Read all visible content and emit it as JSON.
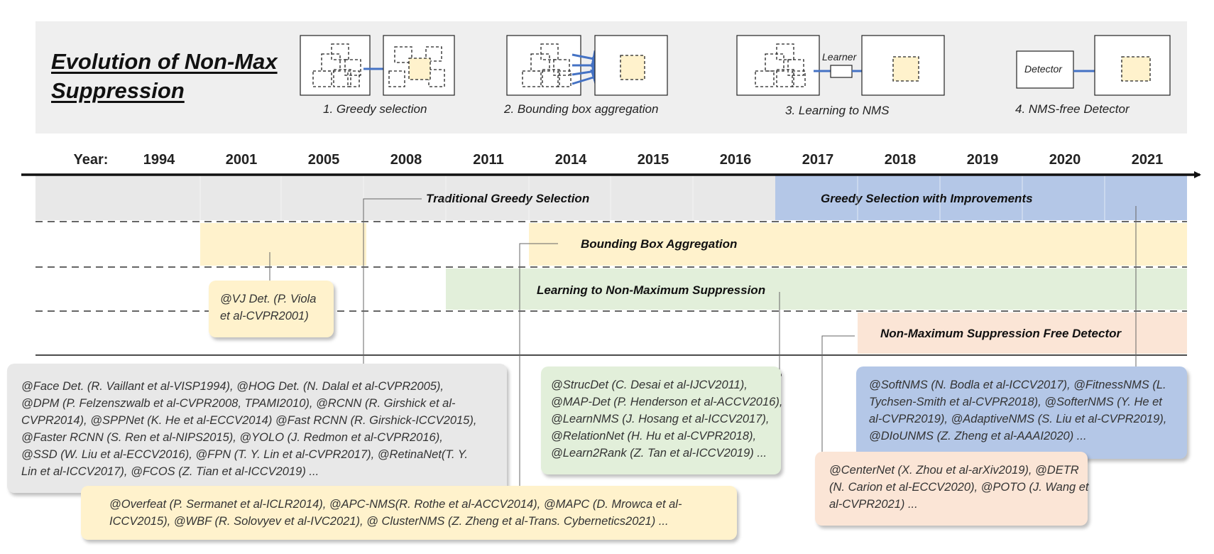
{
  "title": {
    "line1": "Evolution of Non-Max",
    "line2": "Suppression"
  },
  "methods": [
    {
      "caption": "1. Greedy selection"
    },
    {
      "caption": "2. Bounding box aggregation"
    },
    {
      "caption": "3. Learning to NMS",
      "learner_label": "Learner"
    },
    {
      "caption": "4. NMS-free Detector",
      "detector_label": "Detector"
    }
  ],
  "timeline": {
    "year_label": "Year:",
    "years": [
      "1994",
      "2001",
      "2005",
      "2008",
      "2011",
      "2014",
      "2015",
      "2016",
      "2017",
      "2018",
      "2019",
      "2020",
      "2021"
    ]
  },
  "bands": [
    {
      "id": "traditional",
      "label": "Traditional Greedy Selection",
      "color": "#e8e8e8"
    },
    {
      "id": "improved",
      "label": "Greedy Selection with Improvements",
      "color": "#b4c7e7"
    },
    {
      "id": "aggregation",
      "label": "Bounding Box Aggregation",
      "color": "#fff2cc"
    },
    {
      "id": "learning",
      "label": "Learning to Non-Maximum Suppression",
      "color": "#e2efda"
    },
    {
      "id": "nmsfree",
      "label": "Non-Maximum Suppression Free Detector",
      "color": "#fbe5d6"
    }
  ],
  "notes": {
    "vj": {
      "lines": [
        "@VJ Det. (P. Viola",
        "et al-CVPR2001)"
      ],
      "color": "#fff2cc"
    },
    "greedy": {
      "lines": [
        "@Face Det. (R. Vaillant et al-VISP1994), @HOG Det. (N. Dalal et al-CVPR2005),",
        "@DPM (P. Felzenszwalb et al-CVPR2008, TPAMI2010), @RCNN (R. Girshick et al-",
        "CVPR2014), @SPPNet (K. He et al-ECCV2014) @Fast RCNN (R. Girshick-ICCV2015),",
        "@Faster RCNN (S. Ren et al-NIPS2015), @YOLO (J. Redmon et al-CVPR2016),",
        "@SSD (W. Liu et al-ECCV2016), @FPN (T. Y. Lin et al-CVPR2017), @RetinaNet(T. Y.",
        "Lin et al-ICCV2017), @FCOS (Z. Tian et al-ICCV2019) ..."
      ],
      "color": "#e8e8e8"
    },
    "aggregation": {
      "lines": [
        "@Overfeat (P. Sermanet et al-ICLR2014), @APC-NMS(R. Rothe et al-ACCV2014), @MAPC (D. Mrowca et al-",
        "ICCV2015),  @WBF (R. Solovyev et al-IVC2021), @ ClusterNMS (Z. Zheng et al-Trans. Cybernetics2021) ..."
      ],
      "color": "#fff2cc"
    },
    "learning": {
      "lines": [
        "@StrucDet (C. Desai et al-IJCV2011),",
        "@MAP-Det (P. Henderson et al-ACCV2016),",
        "@LearnNMS (J. Hosang et al-ICCV2017),",
        "@RelationNet (H. Hu et al-CVPR2018),",
        "@Learn2Rank (Z. Tan et al-ICCV2019) ..."
      ],
      "color": "#e2efda"
    },
    "improved": {
      "lines": [
        "@SoftNMS (N. Bodla et al-ICCV2017), @FitnessNMS (L.",
        "Tychsen-Smith et al-CVPR2018), @SofterNMS (Y. He et",
        "al-CVPR2019), @AdaptiveNMS (S. Liu et al-CVPR2019),",
        "@DIoUNMS (Z. Zheng et al-AAAI2020) ..."
      ],
      "color": "#b4c7e7"
    },
    "nmsfree": {
      "lines": [
        "@CenterNet (X. Zhou et al-arXiv2019), @DETR",
        "(N. Carion et al-ECCV2020), @POTO (J. Wang et",
        "al-CVPR2021) ..."
      ],
      "color": "#fbe5d6"
    }
  },
  "colors": {
    "arrow": "#4472c4",
    "candidate_fill": "#fff2cc"
  }
}
